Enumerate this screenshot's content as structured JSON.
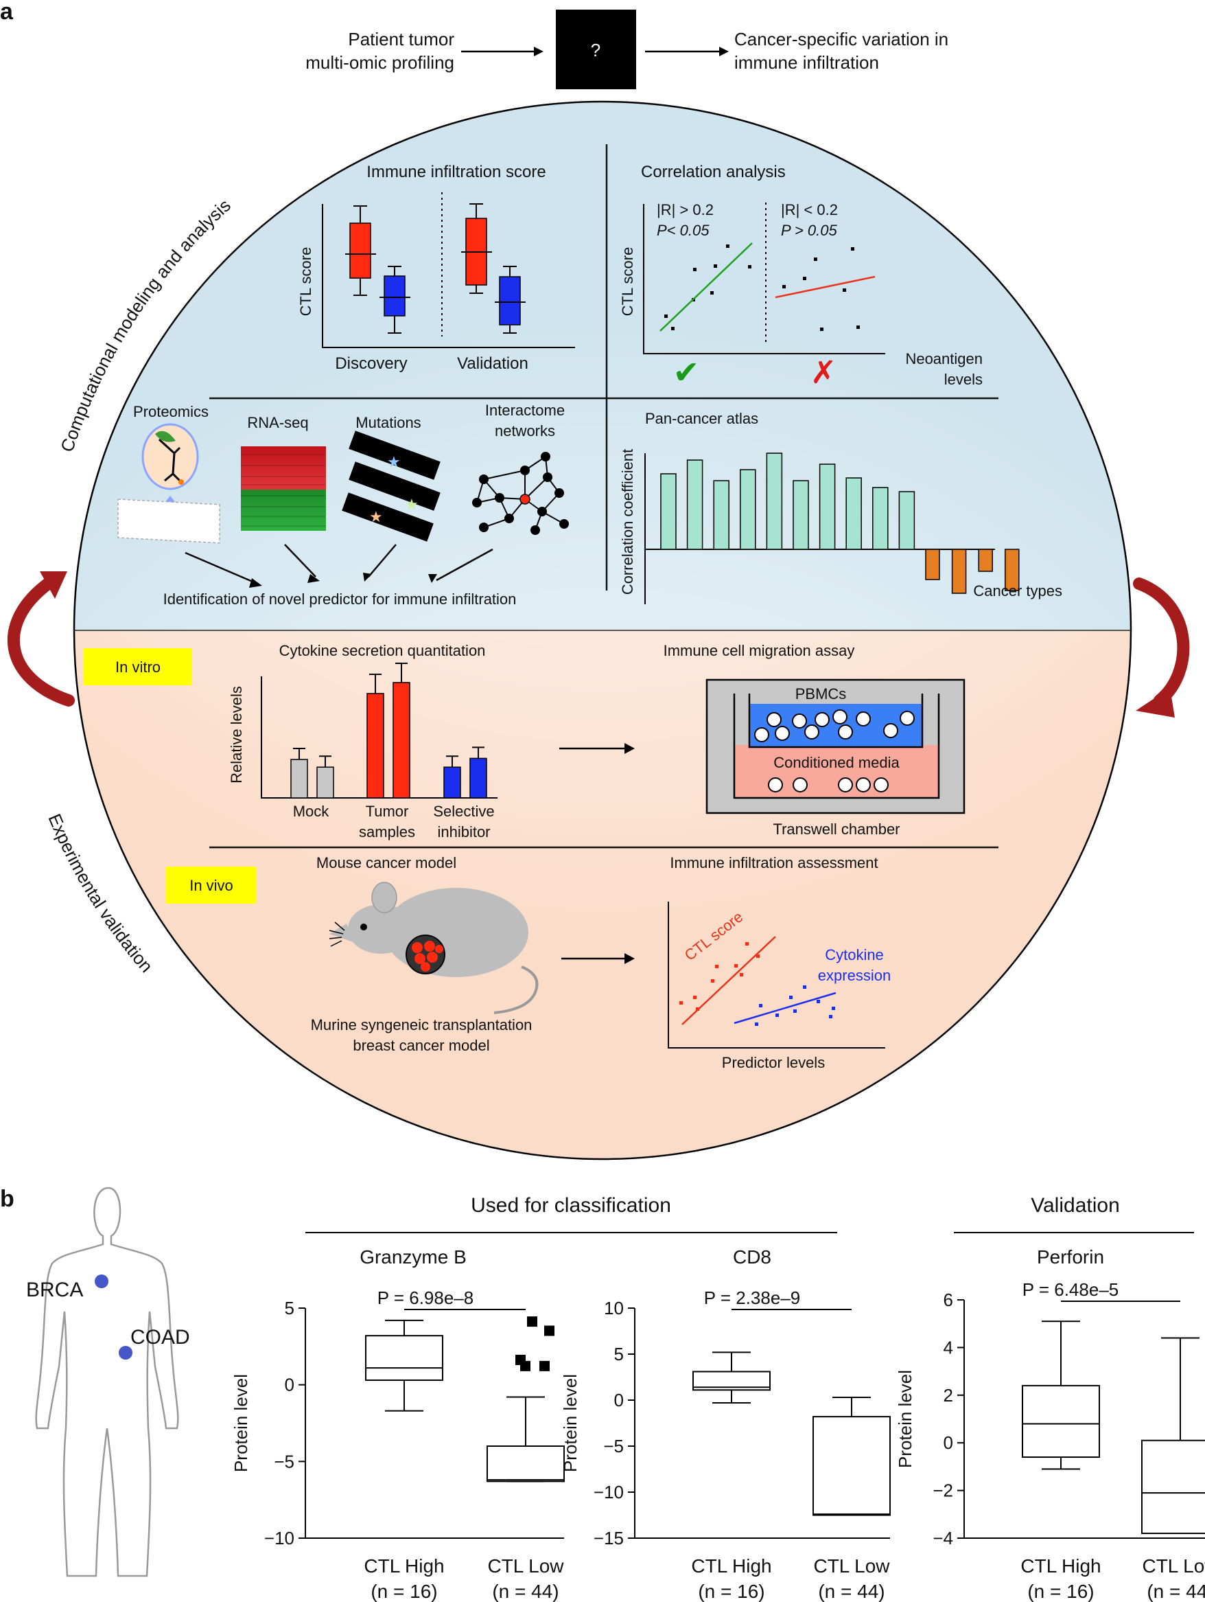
{
  "panel_a": {
    "label": "a",
    "top_flow": {
      "input_line1": "Patient tumor",
      "input_line2": "multi-omic profiling",
      "box_text": "?",
      "output_line1": "Cancer-specific variation in",
      "output_line2": "immune infiltration"
    },
    "arc_labels": {
      "computational": "Computational modeling and analysis",
      "experimental": "Experimental validation"
    },
    "immune_score": {
      "title": "Immune infiltration score",
      "ylabel": "CTL score",
      "group1": "Discovery",
      "group2": "Validation"
    },
    "correlation": {
      "title": "Correlation analysis",
      "ylabel": "CTL score",
      "left_cond1": "|R| > 0.2",
      "left_cond2": "P< 0.05",
      "right_cond1": "|R| < 0.2",
      "right_cond2": "P > 0.05",
      "xlabel_line1": "Neoantigen",
      "xlabel_line2": "levels",
      "check_mark": "✔",
      "cross_mark": "✗"
    },
    "omics": {
      "proteomics": "Proteomics",
      "rnaseq": "RNA-seq",
      "mutations": "Mutations",
      "interactome_line1": "Interactome",
      "interactome_line2": "networks",
      "identification": "Identification of novel predictor for immune infiltration"
    },
    "pan_cancer": {
      "title": "Pan-cancer atlas",
      "ylabel": "Correlation coefficient",
      "xlabel": "Cancer types",
      "positive_values": [
        0.55,
        0.65,
        0.5,
        0.58,
        0.7,
        0.5,
        0.62,
        0.52,
        0.45,
        0.42
      ],
      "negative_values": [
        -0.22,
        -0.32,
        -0.16,
        -0.3
      ],
      "positive_color": "#a6e3d0",
      "negative_color": "#e67e22"
    },
    "in_vitro": {
      "badge": "In vitro",
      "cytokine_title": "Cytokine secretion quantitation",
      "cytokine_ylabel": "Relative levels",
      "groups": [
        {
          "label1": "Mock",
          "label2": "",
          "color": "#c8c8c8",
          "values": [
            0.35,
            0.28
          ]
        },
        {
          "label1": "Tumor",
          "label2": "samples",
          "color": "#ff2a10",
          "values": [
            0.95,
            1.05
          ]
        },
        {
          "label1": "Selective",
          "label2": "inhibitor",
          "color": "#1a2ef0",
          "values": [
            0.28,
            0.36
          ]
        }
      ],
      "migration_title": "Immune cell migration assay",
      "pbmcs": "PBMCs",
      "conditioned_media": "Conditioned media",
      "chamber": "Transwell chamber"
    },
    "in_vivo": {
      "badge": "In vivo",
      "mouse_title": "Mouse cancer model",
      "mouse_caption1": "Murine syngeneic transplantation",
      "mouse_caption2": "breast cancer model",
      "assessment_title": "Immune infiltration assessment",
      "ctl_label": "CTL score",
      "cytokine_label1": "Cytokine",
      "cytokine_label2": "expression",
      "xlabel": "Predictor levels"
    },
    "colors": {
      "top_half": "#d5e8f0",
      "bottom_half": "#fbe3d3",
      "badge": "#ffff00",
      "arrow": "#9b1b1b"
    }
  },
  "panel_b": {
    "label": "b",
    "body": {
      "site1": "BRCA",
      "site2": "COAD"
    },
    "group_left": "Used for classification",
    "group_right": "Validation",
    "ylabel": "Protein level",
    "x1": "CTL High",
    "x2": "CTL Low",
    "n1": "(n = 16)",
    "n2": "(n = 44)",
    "chart_data": [
      {
        "type": "box",
        "title": "Granzyme B",
        "pvalue": "P = 6.98e–8",
        "ylim": [
          -10,
          5
        ],
        "yticks": [
          "5",
          "0",
          "−5",
          "−10"
        ],
        "boxes": [
          {
            "name": "CTL High",
            "whisker_low": -1.7,
            "q1": 0.3,
            "median": 1.1,
            "q3": 3.2,
            "whisker_high": 4.2
          },
          {
            "name": "CTL Low",
            "whisker_low": -6.3,
            "q1": -6.3,
            "median": -6.2,
            "q3": -4.0,
            "whisker_high": -0.8,
            "outliers": [
              4.1,
              3.5,
              1.6,
              1.2,
              1.2
            ]
          }
        ]
      },
      {
        "type": "box",
        "title": "CD8",
        "pvalue": "P = 2.38e–9",
        "ylim": [
          -15,
          10
        ],
        "yticks": [
          "10",
          "5",
          "0",
          "−5",
          "−10",
          "−15"
        ],
        "boxes": [
          {
            "name": "CTL High",
            "whisker_low": -0.3,
            "q1": 1.1,
            "median": 1.4,
            "q3": 3.1,
            "whisker_high": 5.2
          },
          {
            "name": "CTL Low",
            "whisker_low": -12.5,
            "q1": -12.5,
            "median": -12.4,
            "q3": -1.8,
            "whisker_high": 0.3
          }
        ]
      },
      {
        "type": "box",
        "title": "Perforin",
        "pvalue": "P = 6.48e–5",
        "ylim": [
          -4,
          6
        ],
        "yticks": [
          "6",
          "4",
          "2",
          "0",
          "−2",
          "−4"
        ],
        "boxes": [
          {
            "name": "CTL High",
            "whisker_low": -1.1,
            "q1": -0.6,
            "median": 0.8,
            "q3": 2.4,
            "whisker_high": 5.1
          },
          {
            "name": "CTL Low",
            "whisker_low": -3.8,
            "q1": -3.8,
            "median": -2.1,
            "q3": 0.1,
            "whisker_high": 4.4
          }
        ]
      }
    ]
  }
}
